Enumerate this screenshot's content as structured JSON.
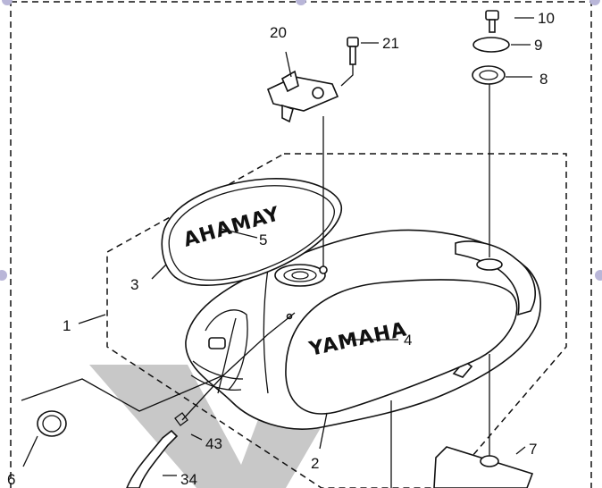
{
  "callouts": [
    "1",
    "2",
    "3",
    "4",
    "5",
    "6",
    "7",
    "8",
    "9",
    "10",
    "20",
    "21",
    "34",
    "43"
  ],
  "badge_texts": {
    "reversed": "AHAMAY",
    "normal": "YAMAHA"
  },
  "watermark": "V",
  "colors": {
    "line": "#111111",
    "watermark": "#9a9a9a",
    "frame_dot": "#b9b6d8"
  }
}
